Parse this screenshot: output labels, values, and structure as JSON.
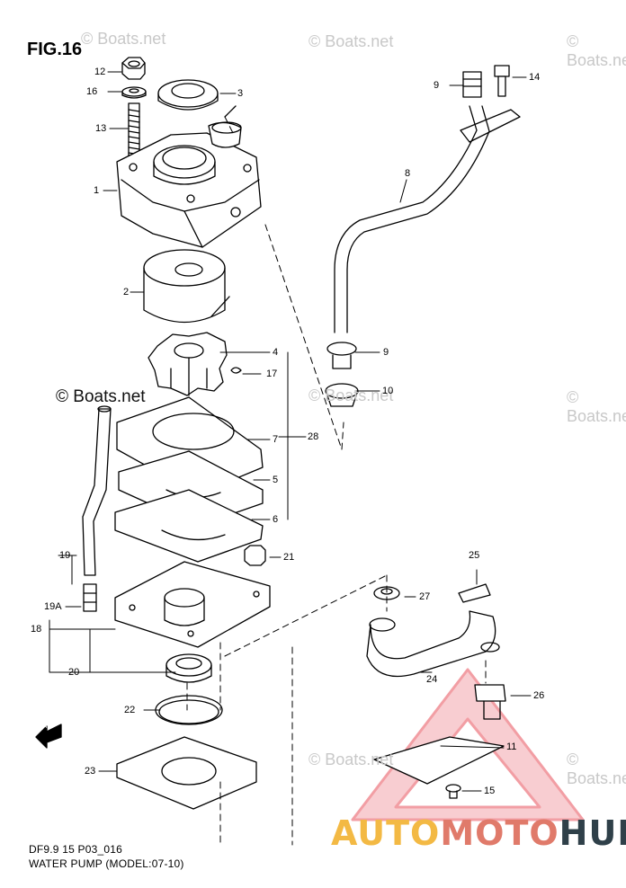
{
  "figure_label": "FIG.16",
  "watermarks": [
    "© Boats.net",
    "© Boats.net",
    "© Boats.net",
    "© Boats.net",
    "© Boats.net",
    "© Boats.net",
    "© Boats.net",
    "© Boats.net"
  ],
  "callouts": {
    "c1": "1",
    "c2": "2",
    "c3": "3",
    "c4": "4",
    "c5": "5",
    "c6": "6",
    "c7": "7",
    "c8": "8",
    "c9a": "9",
    "c9b": "9",
    "c10": "10",
    "c11": "11",
    "c12": "12",
    "c13": "13",
    "c14": "14",
    "c15": "15",
    "c16": "16",
    "c17": "17",
    "c18": "18",
    "c19": "19",
    "c19a": "19A",
    "c20": "20",
    "c21": "21",
    "c22": "22",
    "c23": "23",
    "c24": "24",
    "c25": "25",
    "c26": "26",
    "c27": "27",
    "c28": "28"
  },
  "fwd_label": "FWD",
  "footer": {
    "code": "DF9.9 15 P03_016",
    "title": "WATER PUMP (MODEL:07-10)"
  },
  "brand": {
    "part1": "AUTO",
    "part2": "MOTO",
    "part3": "HUB"
  },
  "colors": {
    "brand_yellow": "#f3b944",
    "brand_red": "#e07a6a",
    "brand_dark": "#2f4049",
    "logo_triangle": "#e8505b"
  }
}
